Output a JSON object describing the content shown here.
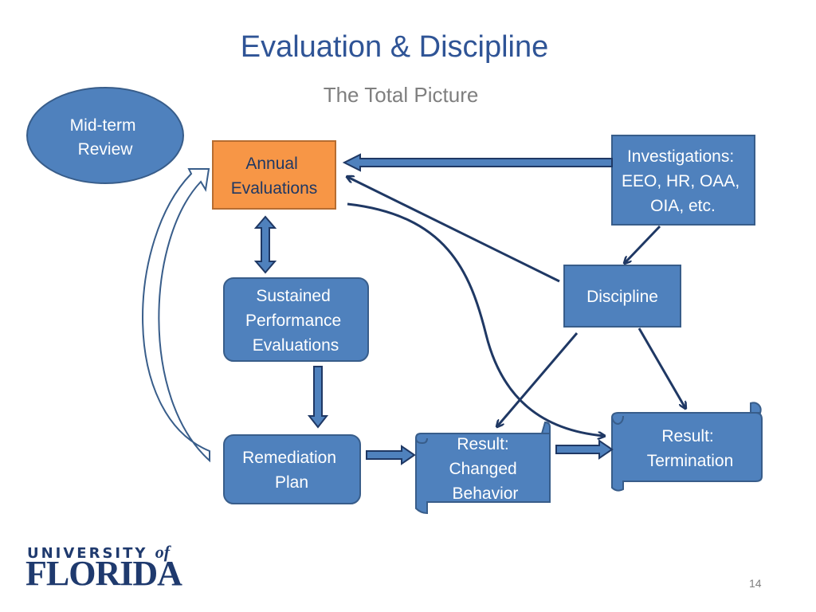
{
  "slide": {
    "title": "Evaluation & Discipline",
    "subtitle": "The Total Picture",
    "page_number": "14"
  },
  "logo": {
    "line1": "UNIVERSITY",
    "of": "of",
    "line2": "FLORIDA"
  },
  "nodes": {
    "midterm": [
      "Mid-term",
      "Review"
    ],
    "annual": [
      "Annual",
      "Evaluations"
    ],
    "investigations": [
      "Investigations:",
      "EEO, HR, OAA,",
      "OIA, etc."
    ],
    "discipline": [
      "Discipline"
    ],
    "sustained": [
      "Sustained",
      "Performance",
      "Evaluations"
    ],
    "remediation": [
      "Remediation",
      "Plan"
    ],
    "changed": [
      "Result:",
      "Changed",
      "Behavior"
    ],
    "termination": [
      "Result:",
      "Termination"
    ]
  },
  "colors": {
    "box_fill": "#4f81bd",
    "box_stroke": "#385d8a",
    "highlight_fill": "#f79646",
    "highlight_stroke": "#b66d31",
    "connector": "#1f3864",
    "title": "#2f5496"
  }
}
